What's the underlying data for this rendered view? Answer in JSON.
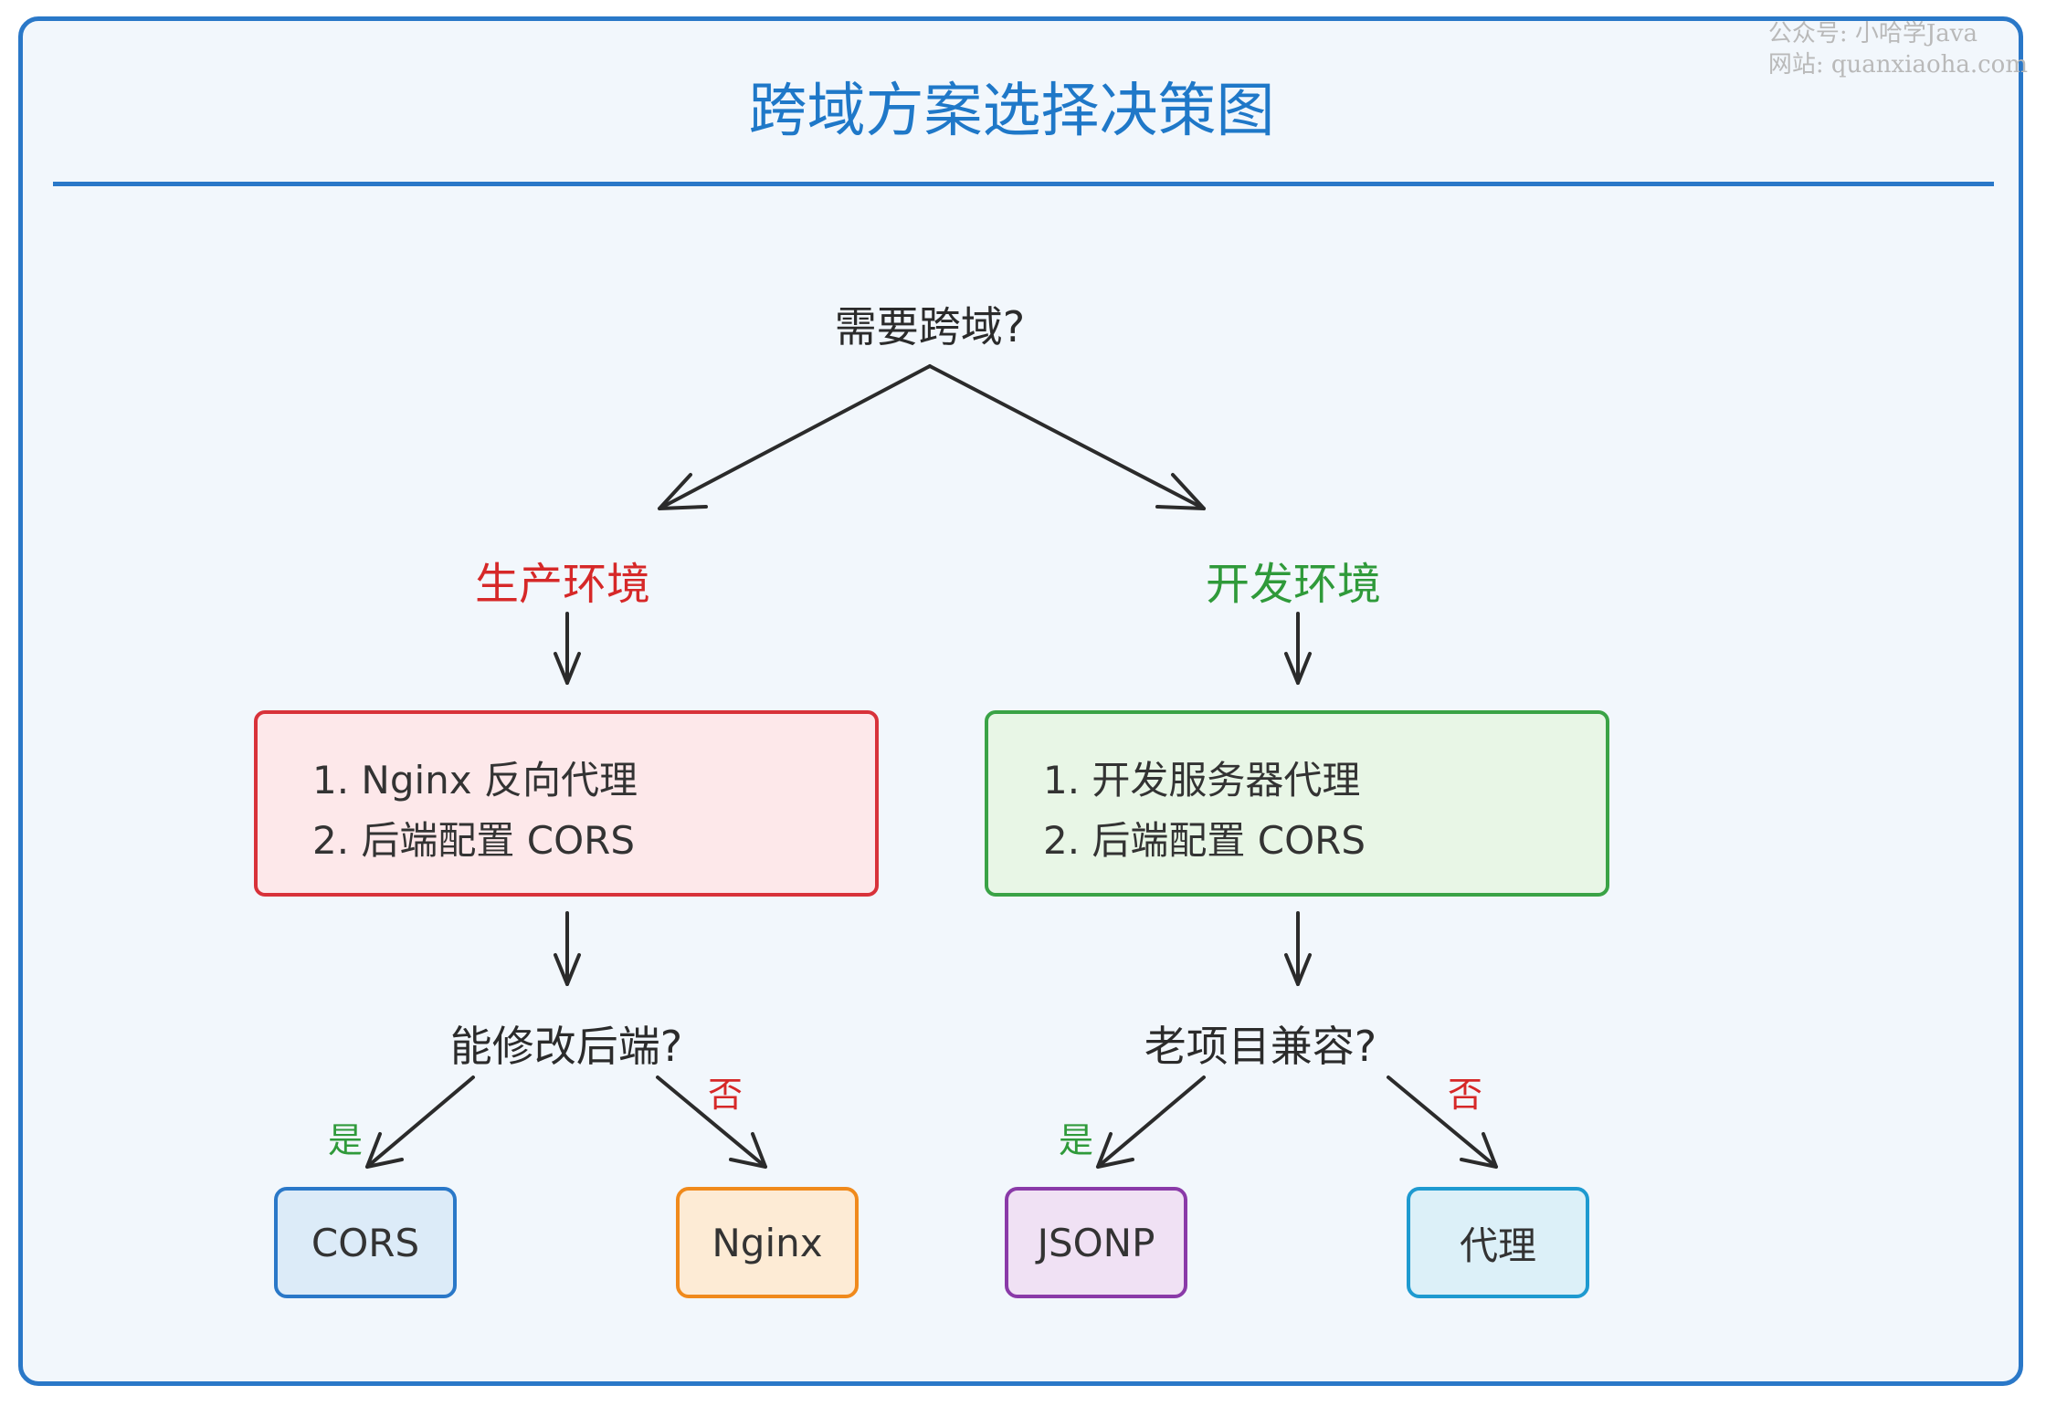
{
  "title": "跨域方案选择决策图",
  "watermark": {
    "line1": "公众号: 小哈学Java",
    "line2": "网站: quanxiaoha.com"
  },
  "root": {
    "question": "需要跨域?"
  },
  "production": {
    "label": "生产环境",
    "options": [
      "1. Nginx 反向代理",
      "2. 后端配置 CORS"
    ],
    "question": "能修改后端?",
    "yes_label": "是",
    "no_label": "否",
    "yes_result": "CORS",
    "no_result": "Nginx"
  },
  "development": {
    "label": "开发环境",
    "options": [
      "1. 开发服务器代理",
      "2. 后端配置 CORS"
    ],
    "question": "老项目兼容?",
    "yes_label": "是",
    "no_label": "否",
    "yes_result": "JSONP",
    "no_result": "代理"
  },
  "colors": {
    "title": "#1f78c8",
    "frame_border": "#2a78c8",
    "production": "#d62828",
    "development": "#2f9a3a",
    "cors_box": "#2a78c8",
    "nginx_box": "#f08a1c",
    "jsonp_box": "#8a3aa8",
    "proxy_box": "#1e9ad0"
  }
}
